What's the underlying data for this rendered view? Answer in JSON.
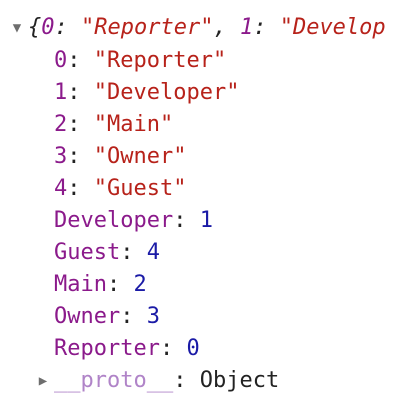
{
  "console": {
    "summary": {
      "open_brace": "{",
      "key0": "0",
      "sep": ": ",
      "val0": "\"Reporter\"",
      "comma": ", ",
      "key1": "1",
      "val1": "\"Develop"
    },
    "entries": [
      {
        "key": "0",
        "value": "\"Reporter\"",
        "type": "string"
      },
      {
        "key": "1",
        "value": "\"Developer\"",
        "type": "string"
      },
      {
        "key": "2",
        "value": "\"Main\"",
        "type": "string"
      },
      {
        "key": "3",
        "value": "\"Owner\"",
        "type": "string"
      },
      {
        "key": "4",
        "value": "\"Guest\"",
        "type": "string"
      },
      {
        "key": "Developer",
        "value": "1",
        "type": "number"
      },
      {
        "key": "Guest",
        "value": "4",
        "type": "number"
      },
      {
        "key": "Main",
        "value": "2",
        "type": "number"
      },
      {
        "key": "Owner",
        "value": "3",
        "type": "number"
      },
      {
        "key": "Reporter",
        "value": "0",
        "type": "number"
      }
    ],
    "proto": {
      "key": "__proto__",
      "colon": ": ",
      "value": "Object"
    },
    "icons": {
      "expand_toggle": "caret-down-icon",
      "proto_toggle": "caret-right-icon"
    }
  }
}
